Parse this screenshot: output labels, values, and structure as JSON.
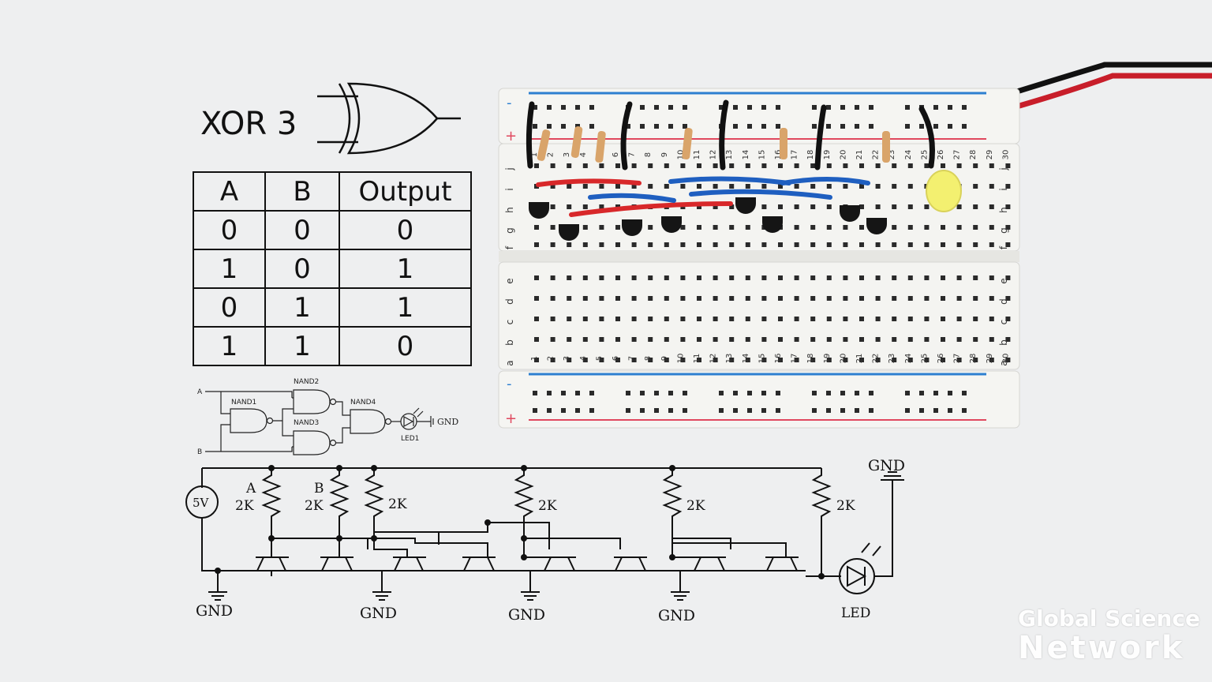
{
  "title": "XOR 3",
  "truth_table": {
    "headers": [
      "A",
      "B",
      "Output"
    ],
    "rows": [
      [
        "0",
        "0",
        "0"
      ],
      [
        "1",
        "0",
        "1"
      ],
      [
        "0",
        "1",
        "1"
      ],
      [
        "1",
        "1",
        "0"
      ]
    ]
  },
  "logic_diagram": {
    "input_a": "A",
    "input_b": "B",
    "gates": [
      "NAND1",
      "NAND2",
      "NAND3",
      "NAND4"
    ],
    "led": "LED1",
    "gnd": "GND"
  },
  "transistor_circuit": {
    "source": "5V",
    "input_a": "A",
    "input_b": "B",
    "resistor_value": "2K",
    "ground_label": "GND",
    "led_label": "LED"
  },
  "breadboard": {
    "column_numbers": [
      "1",
      "2",
      "3",
      "4",
      "5",
      "6",
      "7",
      "8",
      "9",
      "10",
      "11",
      "12",
      "13",
      "14",
      "15",
      "16",
      "17",
      "18",
      "19",
      "20",
      "21",
      "22",
      "23",
      "24",
      "25",
      "26",
      "27",
      "28",
      "29",
      "30"
    ],
    "row_letters_top": [
      "j",
      "i",
      "h",
      "g",
      "f"
    ],
    "row_letters_bottom": [
      "e",
      "d",
      "c",
      "b",
      "a"
    ],
    "rail_minus": "-",
    "rail_plus": "+"
  },
  "watermark": {
    "line1": "Global Science",
    "line2": "Network"
  },
  "colors": {
    "board": "#f4f4f1",
    "hole": "#2a2a2a",
    "rail_blue": "#2d7fd0",
    "rail_red": "#e0485e",
    "wire_red": "#d8282a",
    "wire_blue": "#1f5fc0",
    "wire_black": "#111111",
    "led_yellow": "#f3f070"
  }
}
